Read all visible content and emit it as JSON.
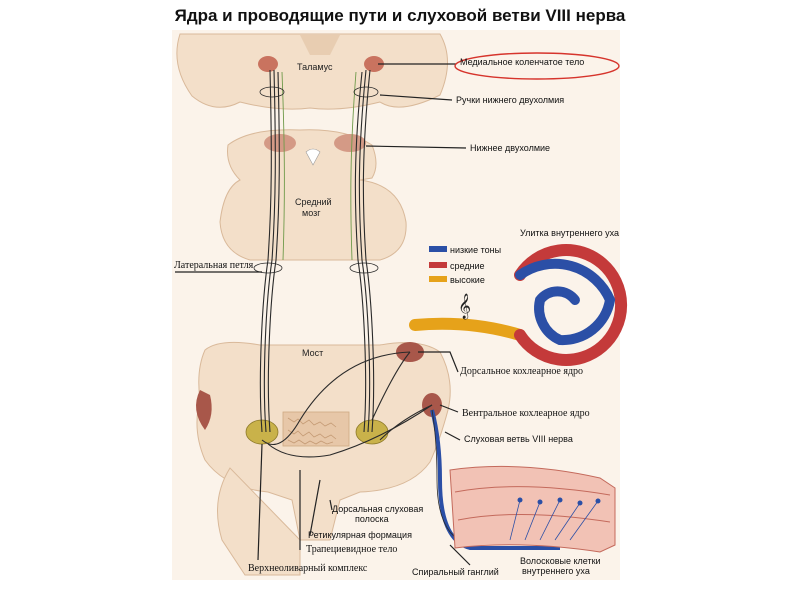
{
  "title": "Ядра и проводящие пути и слуховой ветви VIII нерва",
  "regions": {
    "thalamus": "Таламус",
    "midbrain_line1": "Средний",
    "midbrain_line2": "мозг",
    "pons": "Мост"
  },
  "labels": {
    "medial_geniculate": "Медиальное коленчатое тело",
    "inferior_colliculus_arm": "Ручки нижнего двухолмия",
    "inferior_colliculus": "Нижнее двухолмие",
    "lateral_lemniscus": "Латеральная петля",
    "dorsal_cochlear": "Дорсальное  кохлеарное ядро",
    "ventral_cochlear": "Вентральное кохлеарное ядро",
    "auditory_branch": "Слуховая ветвь VIII нерва",
    "dorsal_stria_line1": "Дорсальная слуховая",
    "dorsal_stria_line2": "полоска",
    "reticular_formation": "Ретикулярная формация",
    "trapezoid_body": "Трапециевидное тело",
    "superior_olive": "Верхнеоливарный комплекс",
    "spiral_ganglion": "Спиральный ганглий",
    "hair_cells_line1": "Волосковые клетки",
    "hair_cells_line2": "внутреннего уха"
  },
  "cochlea": {
    "title": "Улитка внутреннего уха",
    "legend": [
      {
        "label": "низкие тоны",
        "color": "#2b4fa6"
      },
      {
        "label": "средние",
        "color": "#c43a3a"
      },
      {
        "label": "высокие",
        "color": "#e6a21a"
      }
    ]
  },
  "colors": {
    "tissue": "#f3dfc9",
    "tissue_edge": "#d9b99a",
    "nucleus": "#c9735f",
    "pathway": "#2a2a2a",
    "highlight_circle": "#d6342c"
  }
}
